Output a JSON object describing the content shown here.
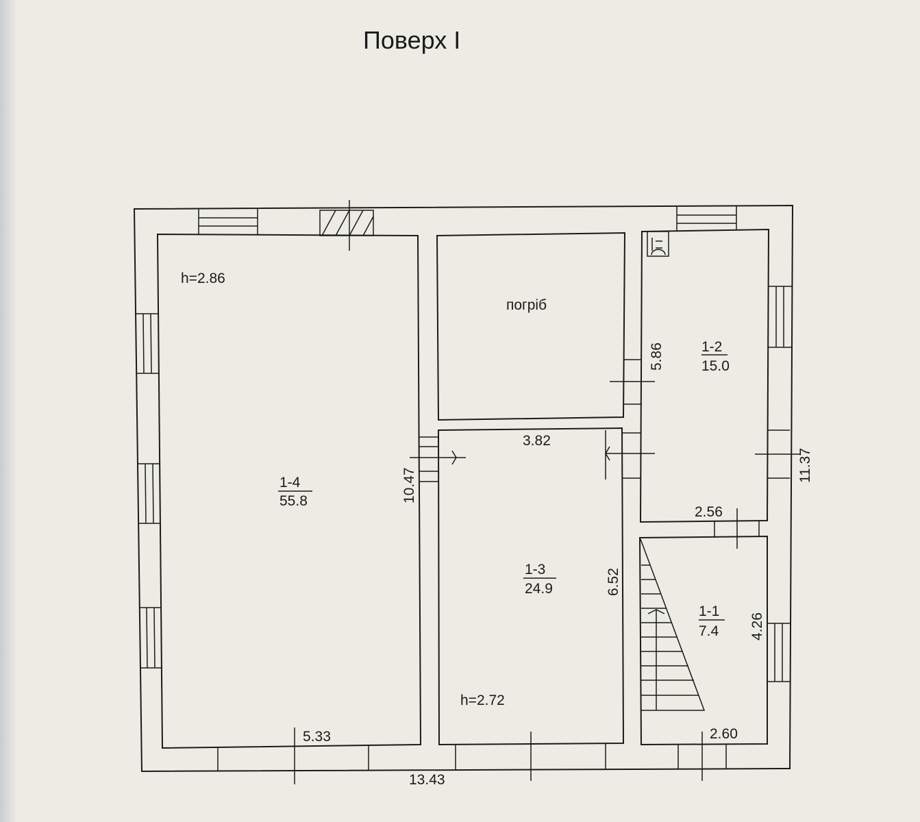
{
  "title": "Поверх I",
  "rooms": [
    {
      "id": "1-4",
      "area": "55.8",
      "height": "h=2.86"
    },
    {
      "name": "погріб"
    },
    {
      "id": "1-3",
      "area": "24.9",
      "height": "h=2.72"
    },
    {
      "id": "1-2",
      "area": "15.0"
    },
    {
      "id": "1-1",
      "area": "7.4"
    }
  ],
  "dimensions": {
    "total_width": "13.43",
    "total_depth": "11.37",
    "room_1_4_width": "5.33",
    "room_1_4_depth": "10.47",
    "room_1_3_width": "3.82",
    "room_1_3_depth": "6.52",
    "room_1_2_width": "2.56",
    "room_1_2_depth": "5.86",
    "room_1_1_width": "2.60",
    "room_1_1_depth": "4.26"
  },
  "colors": {
    "paper": "#ecebe4",
    "ink": "#1a1a1a"
  }
}
